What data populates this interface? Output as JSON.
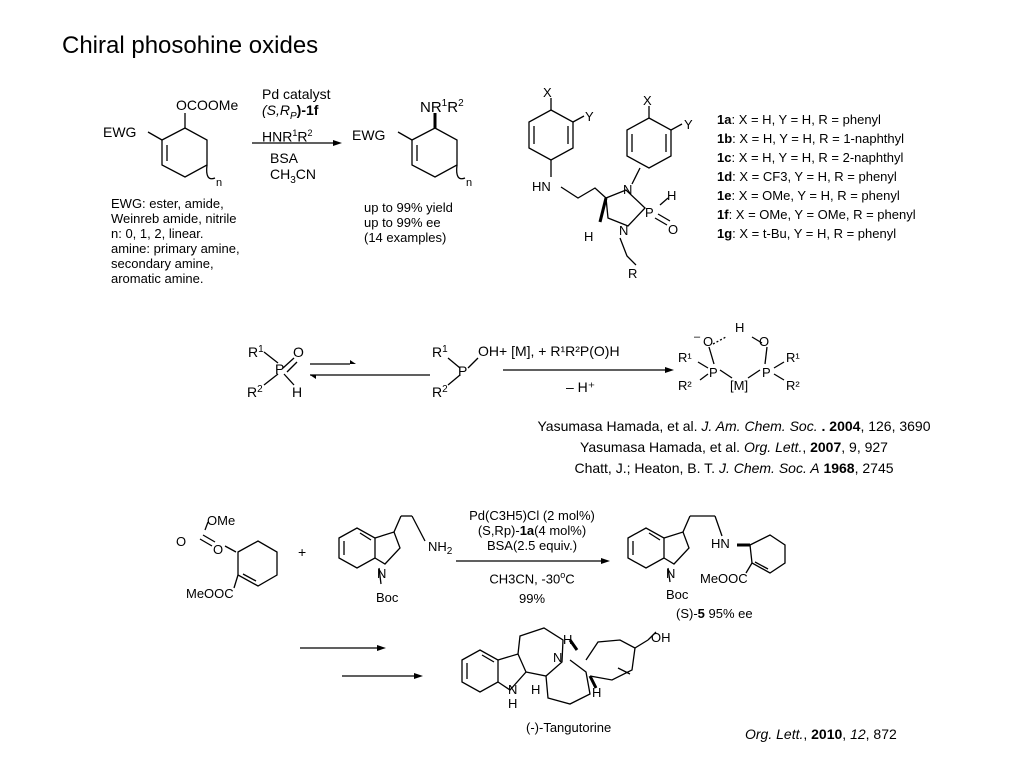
{
  "slide_title": "Chiral phosohine oxides",
  "scheme1": {
    "reactant_ocooome": "OCOOMe",
    "reactant_ewg": "EWG",
    "ring_n": "n",
    "conditions_top": [
      "Pd catalyst",
      "(S,R",
      "P",
      ")-1f",
      "HNR",
      "1",
      "R",
      "2"
    ],
    "conditions_bottom": [
      "BSA",
      "CH",
      "3",
      "CN"
    ],
    "product_nr": "NR",
    "product_sup1": "1",
    "product_r": "R",
    "product_sup2": "2",
    "product_ewg": "EWG",
    "scope_notes": [
      "EWG: ester, amide,",
      "Weinreb amide, nitrile",
      "n: 0, 1, 2, linear.",
      "amine: primary amine,",
      "secondary amine,",
      "aromatic amine."
    ],
    "results": [
      "up to 99% yield",
      "up to 99% ee",
      "(14 examples)"
    ]
  },
  "ligand": {
    "labels": {
      "x1": "X",
      "y1": "Y",
      "x2": "X",
      "y2": "Y",
      "hn": "HN",
      "n1": "N",
      "n2": "N",
      "p": "P",
      "h_p": "H",
      "o": "O",
      "h_c": "H",
      "r": "R"
    },
    "variants": [
      {
        "id": "1a",
        "desc": ": X = H, Y = H, R = phenyl"
      },
      {
        "id": "1b",
        "desc": ": X = H, Y = H, R = 1-naphthyl"
      },
      {
        "id": "1c",
        "desc": ": X = H, Y = H, R = 2-naphthyl"
      },
      {
        "id": "1d",
        "desc": ": X = CF3, Y = H, R = phenyl"
      },
      {
        "id": "1e",
        "desc": ": X = OMe, Y = H, R = phenyl"
      },
      {
        "id": "1f",
        "desc": ": X = OMe, Y = OMe, R = phenyl"
      },
      {
        "id": "1g",
        "desc": ": X = t-Bu, Y = H, R = phenyl"
      }
    ]
  },
  "tautomer": {
    "left": {
      "r1": "R",
      "r1s": "1",
      "r2": "R",
      "r2s": "2",
      "p": "P",
      "o": "O",
      "h": "H"
    },
    "middle": {
      "r1": "R",
      "r1s": "1",
      "r2": "R",
      "r2s": "2",
      "p": "P",
      "oh": "OH"
    },
    "reagents": "+ [M], + R¹R²P(O)H",
    "minus_h": "– H⁺",
    "complex": {
      "o1": "O",
      "h": "H",
      "o2": "O",
      "minus": "–",
      "p1": "P",
      "p2": "P",
      "m": "[M]",
      "r1": "R¹",
      "r2": "R²",
      "r3": "R¹",
      "r4": "R²"
    }
  },
  "references": [
    {
      "pre": "Yasumasa Hamada, et al. ",
      "journal": "J. Am. Chem. Soc.",
      "mid": " . ",
      "year": "2004",
      "post": ", 126, 3690"
    },
    {
      "pre": "Yasumasa Hamada, et al. ",
      "journal": "Org. Lett.",
      "mid": ", ",
      "year": "2007",
      "post": ", 9, 927"
    },
    {
      "pre": "Chatt, J.; Heaton, B. T. ",
      "journal": "J. Chem. Soc. A",
      "mid": " ",
      "year": "1968",
      "post": ", 2745"
    }
  ],
  "scheme2": {
    "ome": "OMe",
    "o_carbonyl": "O",
    "o_ester": "O",
    "meooc": "MeOOC",
    "plus": "+",
    "nh2": "NH",
    "nh2_sub": "2",
    "indole_n": "N",
    "boc": "Boc",
    "cond1": "Pd(C3H5)Cl (2 mol%)",
    "cond2_pre": "(S,Rp)-",
    "cond2_bold": "1a",
    "cond2_post": "(4 mol%)",
    "cond3": "BSA(2.5 equiv.)",
    "cond4_pre": "CH3CN, -30",
    "cond4_sup": "o",
    "cond4_post": "C",
    "yield": "99%",
    "prod_hn": "HN",
    "prod_meooc": "MeOOC",
    "prod_n": "N",
    "prod_boc": "Boc",
    "prod_label_pre": "(S)-",
    "prod_label_bold": "5",
    "prod_label_post": " 95% ee",
    "tang_oh": "OH",
    "tang_n": "N",
    "tang_nh_n": "N",
    "tang_nh_h": "H",
    "tang_h1": "H",
    "tang_h2": "H",
    "tang_h3": "H",
    "tang_name": "(-)-Tangutorine",
    "cite_journal": "Org. Lett.",
    "cite_sep": ", ",
    "cite_year": "2010",
    "cite_sep2": ", ",
    "cite_vol": "12",
    "cite_page": ", 872"
  }
}
